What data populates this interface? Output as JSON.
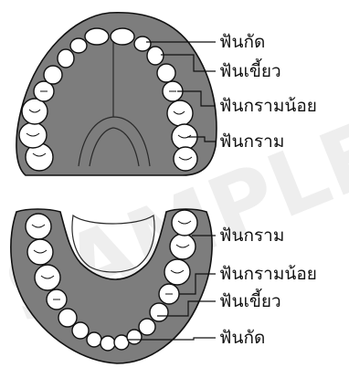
{
  "upper_jaw": {
    "labels": [
      "ฟันกัด",
      "ฟันเขี้ยว",
      "ฟันกรามน้อย",
      "ฟันกราม"
    ]
  },
  "lower_jaw": {
    "labels": [
      "ฟันกราม",
      "ฟันกรามน้อย",
      "ฟันเขี้ยว",
      "ฟันกัด"
    ]
  },
  "watermark": "SAMPLE",
  "colors": {
    "gum": "#7d7d7d",
    "tooth": "#ffffff",
    "outline": "#111111"
  }
}
